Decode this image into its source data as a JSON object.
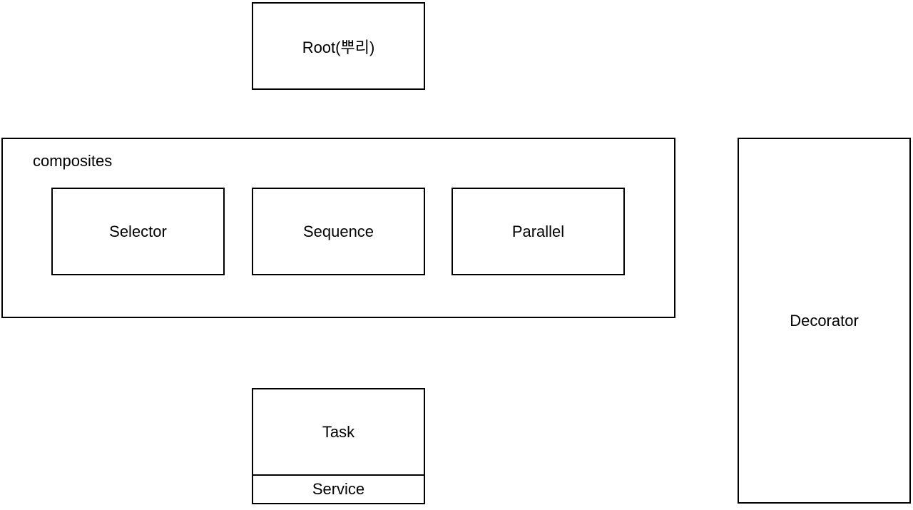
{
  "nodes": {
    "root": {
      "label": "Root(뿌리)"
    },
    "composites": {
      "label": "composites",
      "children": [
        {
          "label": "Selector"
        },
        {
          "label": "Sequence"
        },
        {
          "label": "Parallel"
        }
      ]
    },
    "decorator": {
      "label": "Decorator"
    },
    "task": {
      "label": "Task",
      "sub_label": "Service"
    }
  },
  "colors": {
    "border": "#000000",
    "background": "#ffffff",
    "text": "#000000"
  }
}
